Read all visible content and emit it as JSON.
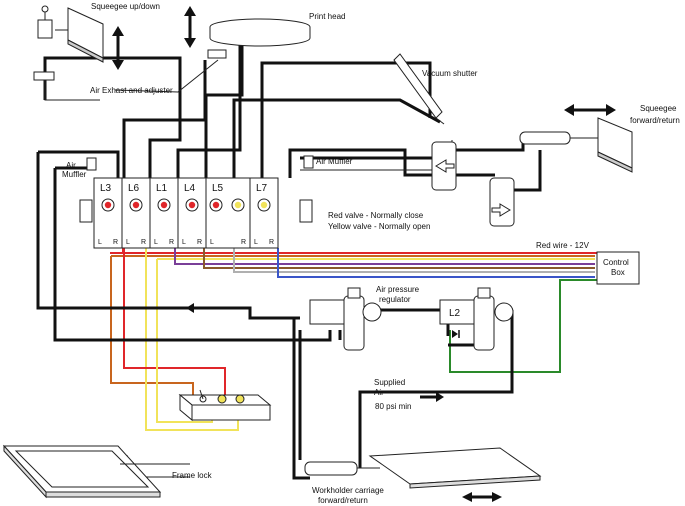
{
  "labels": {
    "squeegee_updown": "Squeegee up/down",
    "print_head": "Print head",
    "vacuum_shutter": "Vacuum shutter",
    "air_exhaust": "Air Exhast and adjuster",
    "squeegee_fr_1": "Squeegee",
    "squeegee_fr_2": "forward/return",
    "air_muffler_left_1": "Air",
    "air_muffler_left_2": "Muffler",
    "air_muffler_right": "Air Muffler",
    "red_valve_note": "Red valve - Normally close",
    "yellow_valve_note": "Yellow valve - Normally open",
    "red_wire": "Red wire - 12V",
    "control_box_1": "Control",
    "control_box_2": "Box",
    "air_pressure_1": "Air pressure",
    "air_pressure_2": "regulator",
    "supplied_air_1": "Supplied",
    "supplied_air_2": "Air",
    "supplied_air_3": "80 psi min",
    "frame_lock": "Frame lock",
    "workholder_1": "Workholder carriage",
    "workholder_2": "forward/return",
    "l2": "L2"
  },
  "valves": [
    {
      "name": "L3",
      "lights": [
        "red"
      ]
    },
    {
      "name": "L6",
      "lights": [
        "red"
      ]
    },
    {
      "name": "L1",
      "lights": [
        "red"
      ]
    },
    {
      "name": "L4",
      "lights": [
        "red"
      ]
    },
    {
      "name": "L5",
      "lights": [
        "red",
        "yellow"
      ]
    },
    {
      "name": "L7",
      "lights": [
        "yellow"
      ]
    }
  ],
  "terminal_labels": {
    "left": "L",
    "right": "R"
  },
  "colors": {
    "red": "#e0262a",
    "yellow": "#f1e35a",
    "orange": "#c8651e",
    "purple": "#7a3f98",
    "brown": "#8a5a2b",
    "gray": "#b0b0b0",
    "blue": "#3a55c8",
    "green": "#2a8a2a",
    "black": "#111111"
  }
}
